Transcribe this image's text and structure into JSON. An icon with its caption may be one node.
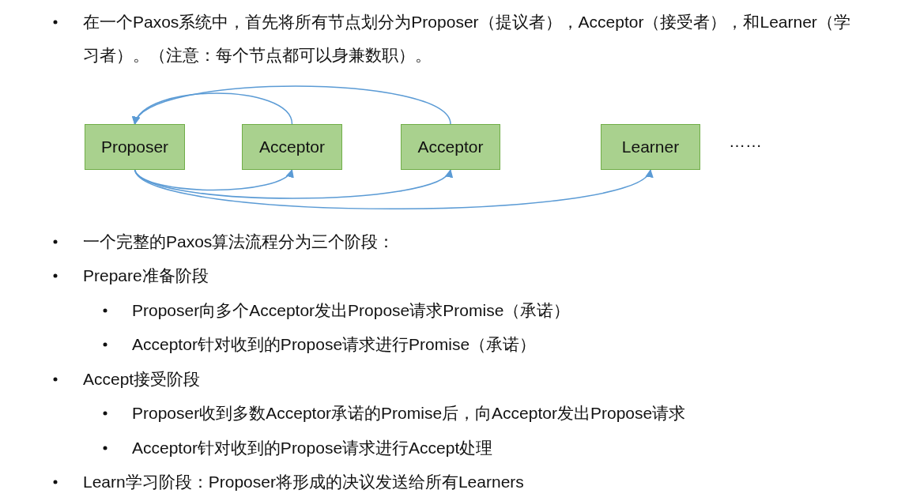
{
  "diagram": {
    "nodes": [
      {
        "text": [
          "Proposer"
        ]
      },
      {
        "text": [
          "Acceptor"
        ]
      },
      {
        "text": [
          "Acceptor"
        ]
      },
      {
        "text": [
          "Learner"
        ]
      }
    ],
    "edges": [
      {
        "from": 1,
        "to": 0,
        "arrow": "to"
      },
      {
        "from": 2,
        "to": 0,
        "arrow": "to"
      },
      {
        "from": 0,
        "to": 1,
        "arrow": "to"
      },
      {
        "from": 0,
        "to": 2,
        "arrow": "to"
      },
      {
        "from": 0,
        "to": 3,
        "arrow": "to"
      }
    ],
    "labels": [
      "在一个Paxos系统中，首先将所有节点划分为Proposer（提议者），Acceptor（接受者），和Learner（学习者）。（注意：每个节点都可以身兼数职）。",
      "……",
      "一个完整的Paxos算法流程分为三个阶段：",
      "Prepare准备阶段",
      "Proposer向多个Acceptor发出Propose请求Promise（承诺）",
      "Acceptor针对收到的Propose请求进行Promise（承诺）",
      "Accept接受阶段",
      "Proposer收到多数Acceptor承诺的Promise后，向Acceptor发出Propose请求",
      "Acceptor针对收到的Propose请求进行Accept处理",
      "Learn学习阶段：Proposer将形成的决议发送给所有Learners"
    ]
  }
}
